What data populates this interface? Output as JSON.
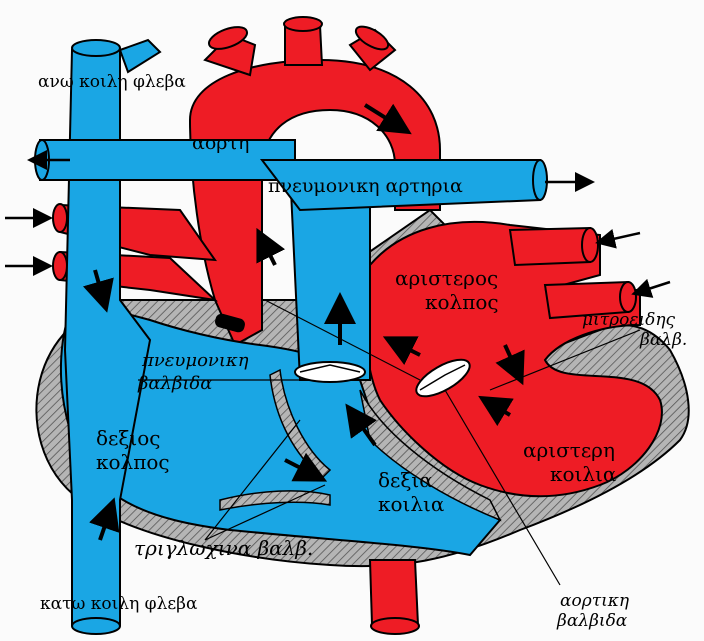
{
  "colors": {
    "oxygenated": "#ee1c25",
    "deoxygenated": "#1aa6e4",
    "wall": "#9a9a9a",
    "outline": "#000000",
    "valve": "#ffffff"
  },
  "labels": {
    "superior_vena_cava": "ανω κοιλη φλεβα",
    "aorta": "αορτη",
    "pulmonary_artery": "πνευμονικη αρτηρια",
    "left_atrium_line1": "αριστερος",
    "left_atrium_line2": "κολπος",
    "mitral_valve_line1": "μιτροειδης",
    "mitral_valve_line2": "βαλβ.",
    "pulmonary_valve_line1": "πνευμονικη",
    "pulmonary_valve_line2": "βαλβιδα",
    "right_atrium_line1": "δεξιος",
    "right_atrium_line2": "κολπος",
    "right_ventricle_line1": "δεξια",
    "right_ventricle_line2": "κοιλια",
    "left_ventricle_line1": "αριστερη",
    "left_ventricle_line2": "κοιλια",
    "tricuspid_valve": "τριγλωχινα βαλβ.",
    "inferior_vena_cava": "κατω κοιλη φλεβα",
    "aortic_valve_line1": "αορτικη",
    "aortic_valve_line2": "βαλβιδα"
  }
}
